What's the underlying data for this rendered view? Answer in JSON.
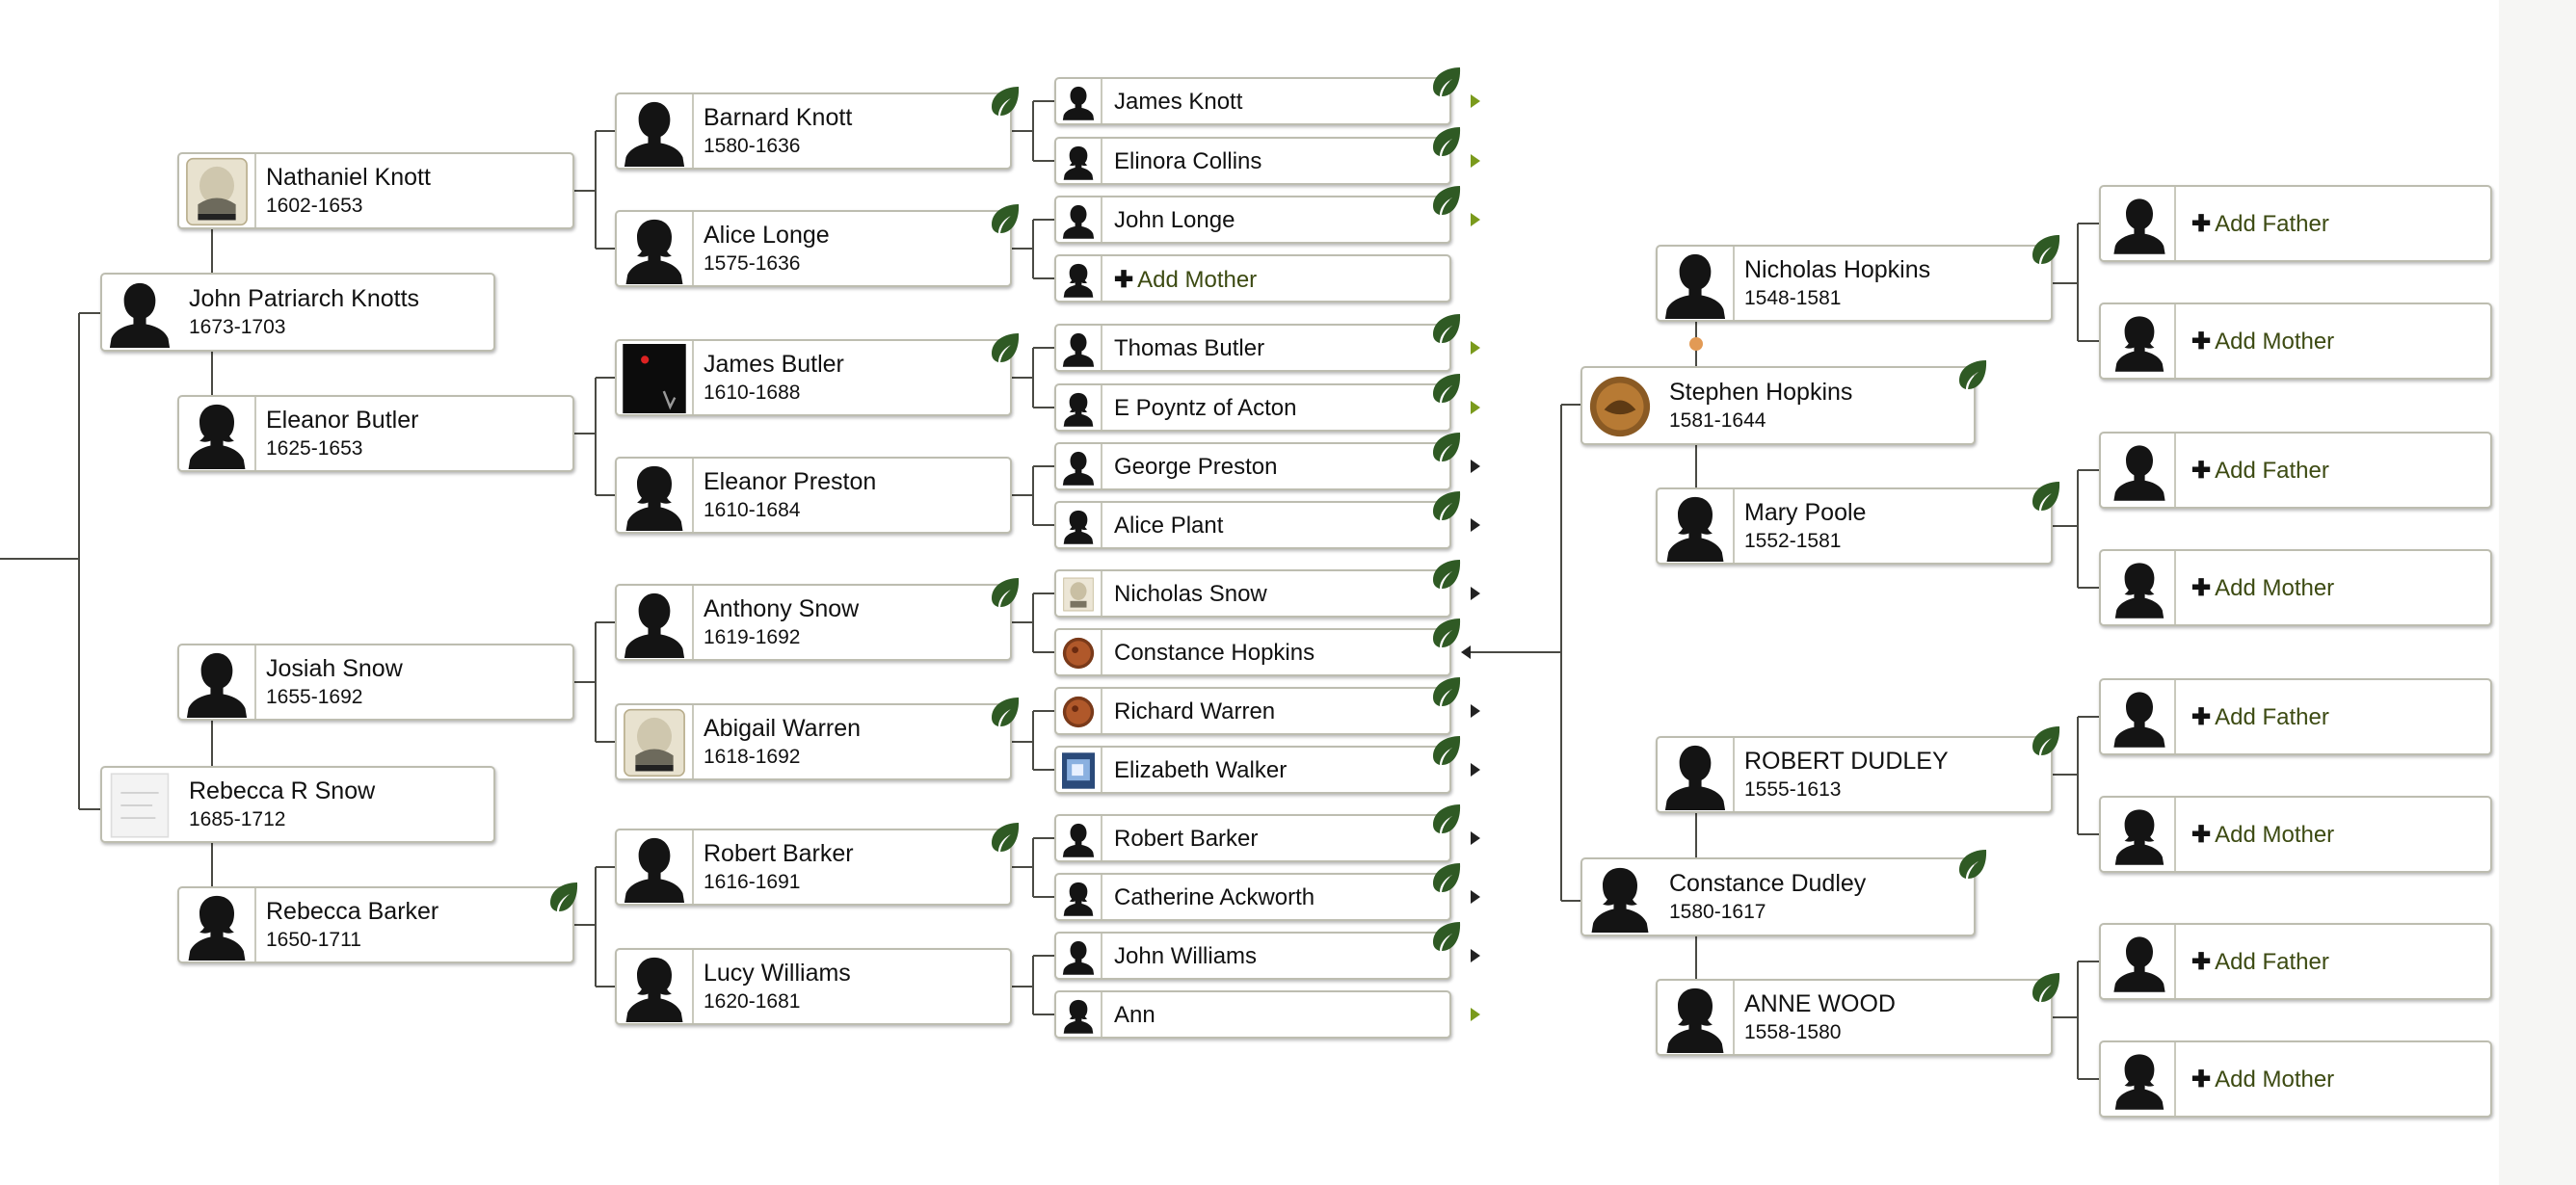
{
  "colors": {
    "leaf": "#2f5a24",
    "line": "#4a4a44",
    "border": "#bdbdb0",
    "add_text": "#3c4a12"
  },
  "left_tree": {
    "root": {
      "name": "John Patriarch Knotts",
      "dates": "1673-1703",
      "avatar": "silhouette-male-icon"
    },
    "spouse": {
      "name": "Rebecca R Snow",
      "dates": "1685-1712",
      "avatar": "photo-placeholder-icon"
    },
    "gen2": [
      {
        "name": "Nathaniel Knott",
        "dates": "1602-1653",
        "avatar": "portrait-photo-icon"
      },
      {
        "name": "Eleanor Butler",
        "dates": "1625-1653",
        "avatar": "silhouette-female-icon"
      },
      {
        "name": "Josiah Snow",
        "dates": "1655-1692",
        "avatar": "silhouette-male-icon"
      },
      {
        "name": "Rebecca Barker",
        "dates": "1650-1711",
        "avatar": "silhouette-female-icon"
      }
    ],
    "gen3": [
      {
        "name": "Barnard Knott",
        "dates": "1580-1636"
      },
      {
        "name": "Alice Longe",
        "dates": "1575-1636"
      },
      {
        "name": "James Butler",
        "dates": "1610-1688"
      },
      {
        "name": "Eleanor Preston",
        "dates": "1610-1684"
      },
      {
        "name": "Anthony Snow",
        "dates": "1619-1692"
      },
      {
        "name": "Abigail Warren",
        "dates": "1618-1692"
      },
      {
        "name": "Robert Barker",
        "dates": "1616-1691"
      },
      {
        "name": "Lucy Williams",
        "dates": "1620-1681"
      }
    ],
    "gen4": [
      {
        "name": "James Knott"
      },
      {
        "name": "Elinora Collins"
      },
      {
        "name": "John Longe"
      },
      {
        "name": "Add Mother",
        "is_add": true
      },
      {
        "name": "Thomas Butler"
      },
      {
        "name": "E Poyntz of Acton"
      },
      {
        "name": "George Preston"
      },
      {
        "name": "Alice Plant"
      },
      {
        "name": "Nicholas Snow"
      },
      {
        "name": "Constance Hopkins"
      },
      {
        "name": "Richard Warren"
      },
      {
        "name": "Elizabeth Walker"
      },
      {
        "name": "Robert Barker"
      },
      {
        "name": "Catherine Ackworth"
      },
      {
        "name": "John Williams"
      },
      {
        "name": "Ann"
      }
    ]
  },
  "right_tree": {
    "hopkins": {
      "child": {
        "name": "Stephen Hopkins",
        "dates": "1581-1644"
      },
      "father": {
        "name": "Nicholas Hopkins",
        "dates": "1548-1581"
      },
      "mother": {
        "name": "Mary Poole",
        "dates": "1552-1581"
      }
    },
    "dudley": {
      "child": {
        "name": "Constance Dudley",
        "dates": "1580-1617"
      },
      "father": {
        "name": "ROBERT DUDLEY",
        "dates": "1555-1613"
      },
      "mother": {
        "name": "ANNE WOOD",
        "dates": "1558-1580"
      }
    },
    "add_father_label": "Add Father",
    "add_mother_label": "Add Mother"
  }
}
